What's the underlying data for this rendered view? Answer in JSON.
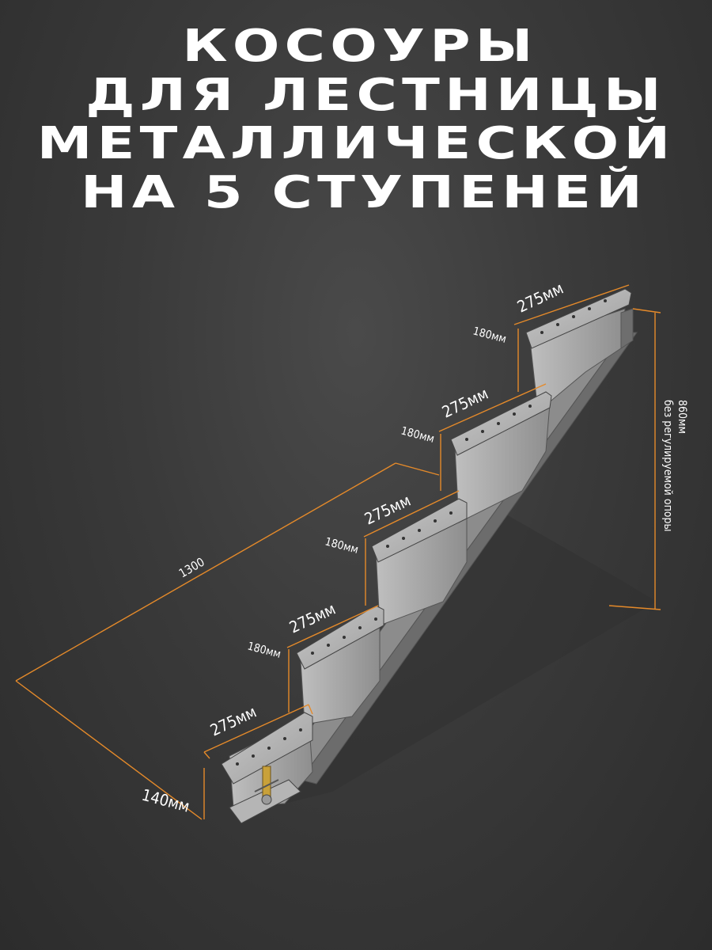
{
  "title": {
    "line1": "КОСОУРЫ",
    "line2": "ДЛЯ ЛЕСТНИЦЫ",
    "line3": "МЕТАЛЛИЧЕСКОЙ",
    "line4": "НА 5 СТУПЕНЕЙ"
  },
  "dimensions": {
    "tread": [
      "275мм",
      "275мм",
      "275мм",
      "275мм",
      "275мм"
    ],
    "riser": [
      "180мм",
      "180мм",
      "180мм",
      "180мм"
    ],
    "length": "1300",
    "base_height": "140мм",
    "total_height": "860мм",
    "total_height_note": "без регулируемой опоры"
  },
  "colors": {
    "dimension_line": "#e58a2a",
    "metal": "#8f8f8f",
    "background": "#3a3a3a"
  }
}
